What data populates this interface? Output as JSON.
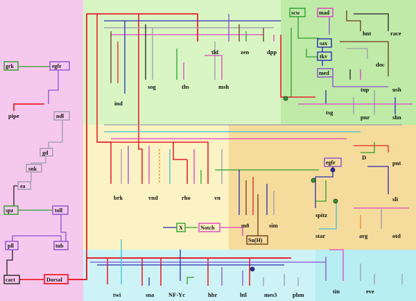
{
  "regions": [
    {
      "name": "cytoplasm-region",
      "color": "#f7c8ee"
    },
    {
      "name": "upper-region",
      "color": "#d9f5c4"
    },
    {
      "name": "upper-right-region",
      "color": "#bfeaa8"
    },
    {
      "name": "middle-region",
      "color": "#fbf3c4"
    },
    {
      "name": "middle-right-region",
      "color": "#f6dc9c"
    },
    {
      "name": "lower-region",
      "color": "#cdf3f6"
    },
    {
      "name": "lower-right-region",
      "color": "#b7eef2"
    }
  ],
  "genes": {
    "grk": "grk",
    "egfr_left": "egfr",
    "pipe": "pipe",
    "ndl": "ndl",
    "gd": "gd",
    "snk": "snk",
    "ea": "ea",
    "spz": "spz",
    "toll": "toll",
    "pll": "pll",
    "tub": "tub",
    "cact": "cact",
    "dorsal": "Dorsal",
    "ind": "ind",
    "sog": "sog",
    "ths": "ths",
    "msh": "msh",
    "tld": "tld",
    "zen": "zen",
    "dpp": "dpp",
    "scw": "scw",
    "mad": "mad",
    "sax": "sax",
    "tkv": "tkv",
    "med": "med",
    "hnt": "hnt",
    "race": "race",
    "doc": "doc",
    "tup": "tup",
    "ush": "ush",
    "tsg": "tsg",
    "pnr": "pnr",
    "shn": "shn",
    "brk": "brk",
    "vnd": "vnd",
    "rho": "rho",
    "vn": "vn",
    "d": "D",
    "egfr_mid": "egfr",
    "pnt": "pnt",
    "sli": "sli",
    "m8": "m8",
    "sim": "sim",
    "spitz": "spitz",
    "star": "star",
    "arg": "arg",
    "otd": "otd",
    "x": "X",
    "notch": "Notch",
    "suh": "Su(H)",
    "twi": "twi",
    "sna": "sna",
    "nfyc": "NF-Yc",
    "hbr": "hbr",
    "htl": "htl",
    "mes3": "mes3",
    "phm": "phm",
    "tin": "tin",
    "eve": "eve"
  },
  "colors": {
    "red": "#e8202a",
    "green": "#2aa02a",
    "purple": "#8a4fd0",
    "magenta": "#e040c0",
    "darkblue": "#2a2ab0",
    "brown": "#6b3a1a",
    "orange": "#f08a20",
    "cyan": "#3ac0d8",
    "gray": "#9a9aaa",
    "teal": "#1a9a9a",
    "black": "#222222"
  }
}
